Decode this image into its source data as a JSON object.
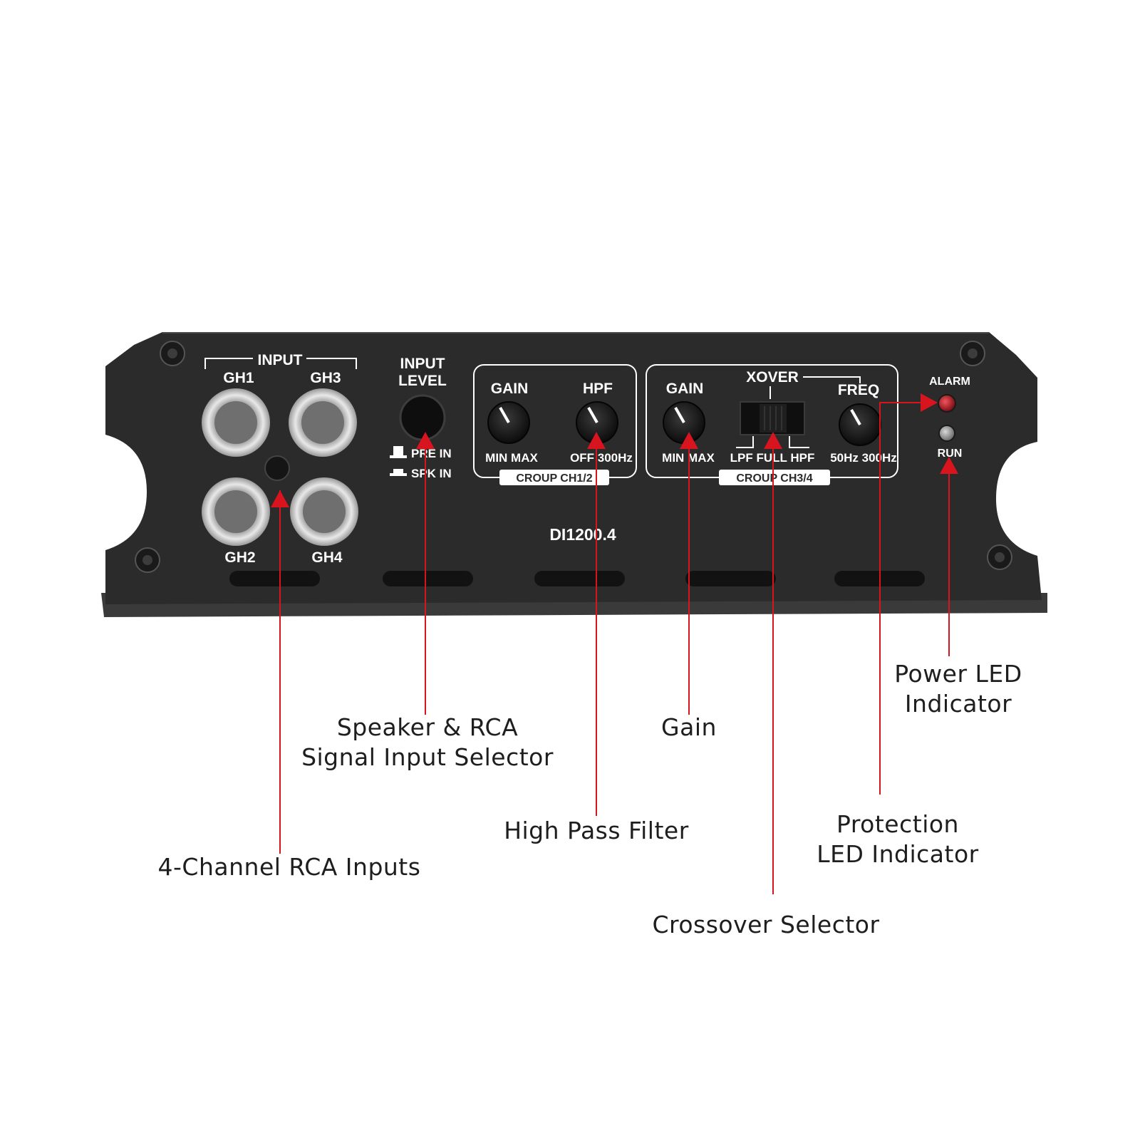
{
  "panel": {
    "model": "DI1200.4",
    "input_group_label": "INPUT",
    "rca_labels": {
      "ch1": "GH1",
      "ch3": "GH3",
      "ch2": "GH2",
      "ch4": "GH4"
    },
    "input_level": {
      "line1": "INPUT",
      "line2": "LEVEL",
      "pre_in": "PRE IN",
      "spk_in": "SPK IN"
    },
    "group1": {
      "gain_label": "GAIN",
      "hpf_label": "HPF",
      "gain_range": "MIN MAX",
      "hpf_range": "OFF 300Hz",
      "badge": "CROUP CH1/2"
    },
    "group2": {
      "gain_label": "GAIN",
      "xover_label": "XOVER",
      "freq_label": "FREQ",
      "gain_range": "MIN MAX",
      "xover_options": "LPF FULL HPF",
      "freq_range": "50Hz 300Hz",
      "badge": "CROUP CH3/4"
    },
    "leds": {
      "alarm": "ALARM",
      "run": "RUN"
    }
  },
  "callouts": {
    "rca_inputs": "4-Channel RCA Inputs",
    "input_selector_line1": "Speaker & RCA",
    "input_selector_line2": "Signal Input Selector",
    "high_pass": "High Pass Filter",
    "gain": "Gain",
    "crossover": "Crossover Selector",
    "protection_line1": "Protection",
    "protection_line2": "LED Indicator",
    "power_line1": "Power LED",
    "power_line2": "Indicator"
  },
  "colors": {
    "panel": "#2b2b2b",
    "pointer": "#d8141e",
    "alarm_led": "#b3121b",
    "text": "#ffffff"
  }
}
